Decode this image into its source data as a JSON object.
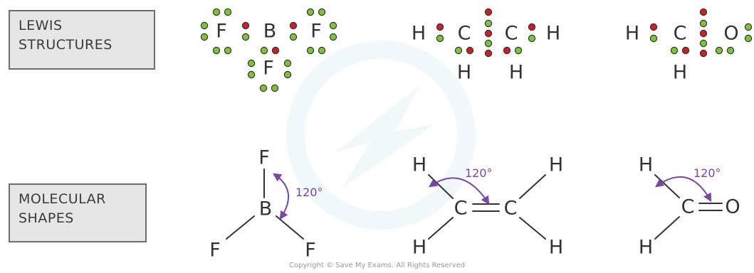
{
  "labels": {
    "lewis": [
      "LEWIS",
      "STRUCTURES"
    ],
    "shapes": [
      "MOLECULAR",
      "SHAPES"
    ]
  },
  "atoms": {
    "fluorine": "F",
    "boron": "B",
    "hydrogen": "H",
    "carbon": "C",
    "oxygen": "O"
  },
  "bond_angle": "120°",
  "copyright": "Copyright © Save My Exams. All Rights Reserved",
  "colors": {
    "green_dot": "#7ec23a",
    "red_dot": "#c8202a",
    "angle_arrow": "#7b44a8",
    "text": "#333333",
    "box_fill": "#e6e6e6",
    "box_border": "#6e6e6e"
  }
}
